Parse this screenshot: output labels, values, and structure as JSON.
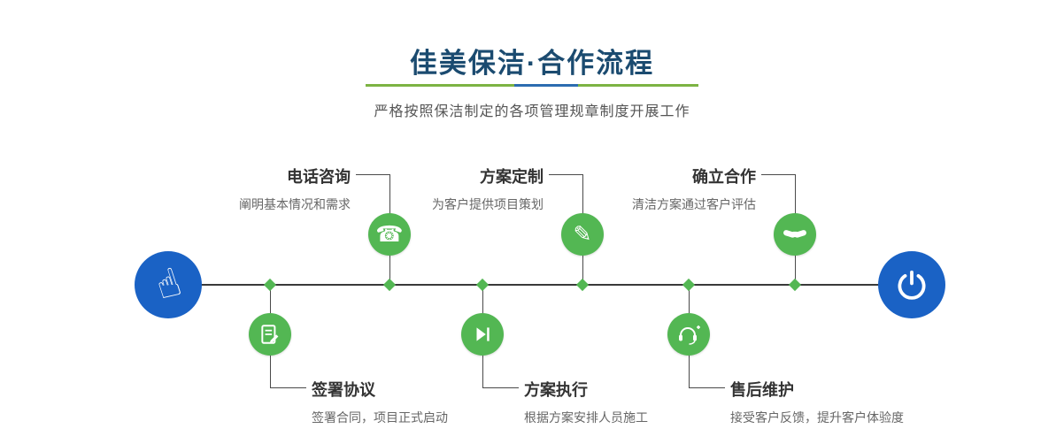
{
  "header": {
    "title": "佳美保洁·合作流程",
    "subtitle": "严格按照保洁制定的各项管理规章制度开展工作"
  },
  "flow": {
    "start_icon": "pointing-hand-icon",
    "end_icon": "power-icon",
    "top_steps": [
      {
        "title": "电话咨询",
        "desc": "阐明基本情况和需求",
        "icon": "phone-icon"
      },
      {
        "title": "方案定制",
        "desc": "为客户提供项目策划",
        "icon": "pencil-tools-icon"
      },
      {
        "title": "确立合作",
        "desc": "清洁方案通过客户评估",
        "icon": "handshake-icon"
      }
    ],
    "bottom_steps": [
      {
        "title": "签署协议",
        "desc": "签署合同，项目正式启动",
        "icon": "contract-icon"
      },
      {
        "title": "方案执行",
        "desc": "根据方案安排人员施工",
        "icon": "play-next-icon"
      },
      {
        "title": "售后维护",
        "desc": "接受客户反馈，提升客户体验度",
        "icon": "headset-icon"
      }
    ]
  },
  "icon_glyphs": {
    "hand": "☝",
    "phone": "☎",
    "pencil": "✎"
  },
  "colors": {
    "title_blue": "#1b4b70",
    "accent_green": "#53b753",
    "accent_blue": "#1a62c5",
    "underline_green": "#7db343",
    "underline_blue": "#2c6cb0",
    "line_dark": "#3a3a3a"
  }
}
